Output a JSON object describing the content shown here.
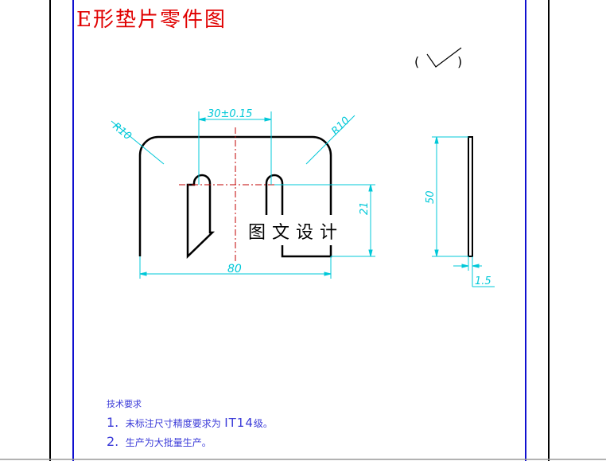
{
  "title": "E形垫片零件图",
  "roughness_symbol": "(  √  )",
  "dimensions": {
    "slot_spacing": "30±0.15",
    "radius_left": "R10",
    "radius_right": "R10",
    "overall_width": "80",
    "slot_depth": "21",
    "height": "50",
    "thickness": "1.5"
  },
  "watermark": "图文设计",
  "notes": {
    "heading": "技术要求",
    "item1_num": "1.",
    "item1_text": "未标注尺寸精度要求为",
    "item1_grade": "IT14",
    "item1_suffix": "级。",
    "item2_num": "2.",
    "item2_text": "生产为大批量生产。"
  },
  "colors": {
    "title": "#e00000",
    "dimension": "#00c8d8",
    "border_blue": "#1010d0",
    "center_line": "#c00000",
    "notes": "#3a3ad8"
  }
}
